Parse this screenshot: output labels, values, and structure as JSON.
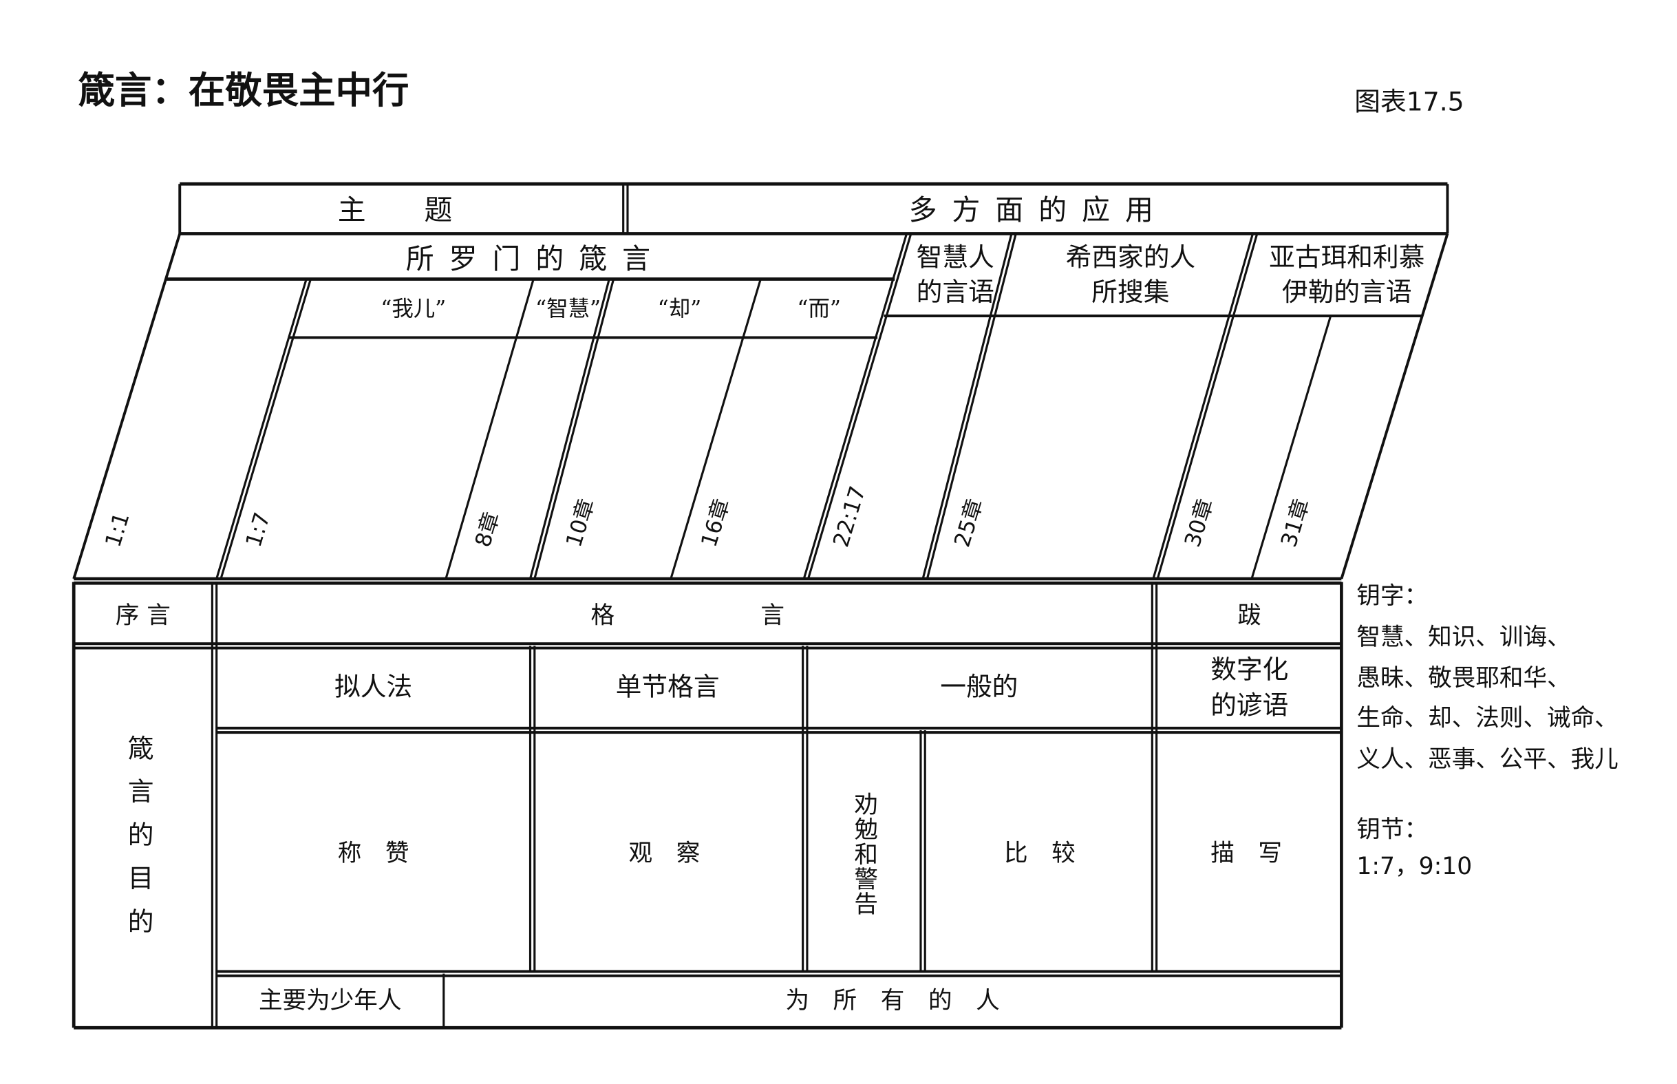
{
  "title": "箴言：在敬畏主中行",
  "figure_label": "图表17.5",
  "top_row": {
    "theme": "主　题",
    "application": "多方面的应用"
  },
  "sections": {
    "solomon": "所罗门的箴言",
    "wise_men": [
      "智慧人",
      "的言语"
    ],
    "hezekiah": [
      "希西家的人",
      "所搜集"
    ],
    "agur_lemuel": [
      "亚古珥和利慕",
      "伊勒的言语"
    ]
  },
  "keywords_row": [
    "“我儿”",
    "“智慧”",
    "“却”",
    "“而”"
  ],
  "references": [
    "1:1",
    "1:7",
    "8章",
    "10章",
    "16章",
    "22:17",
    "25章",
    "30章",
    "31章"
  ],
  "lower": {
    "prologue": "序 言",
    "proverbs": [
      "格",
      "言"
    ],
    "epilogue": "跋",
    "purpose": [
      "箴",
      "言",
      "的",
      "目",
      "的"
    ],
    "types": [
      "拟人法",
      "单节格言",
      "一般的"
    ],
    "numeric": [
      "数字化",
      "的谚语"
    ],
    "methods": [
      "称　赞",
      "观　察",
      "劝勉和警告",
      "比　较",
      "描　写"
    ],
    "audience": [
      "主要为少年人",
      "为　所　有　的　人"
    ]
  },
  "key_words": {
    "label": "钥字：",
    "lines": [
      "智慧、知识、训诲、",
      "愚昧、敬畏耶和华、",
      "生命、却、法则、诫命、",
      "义人、恶事、公平、我儿"
    ]
  },
  "key_verses": {
    "label": "钥节：",
    "value": "1:7，9:10"
  }
}
